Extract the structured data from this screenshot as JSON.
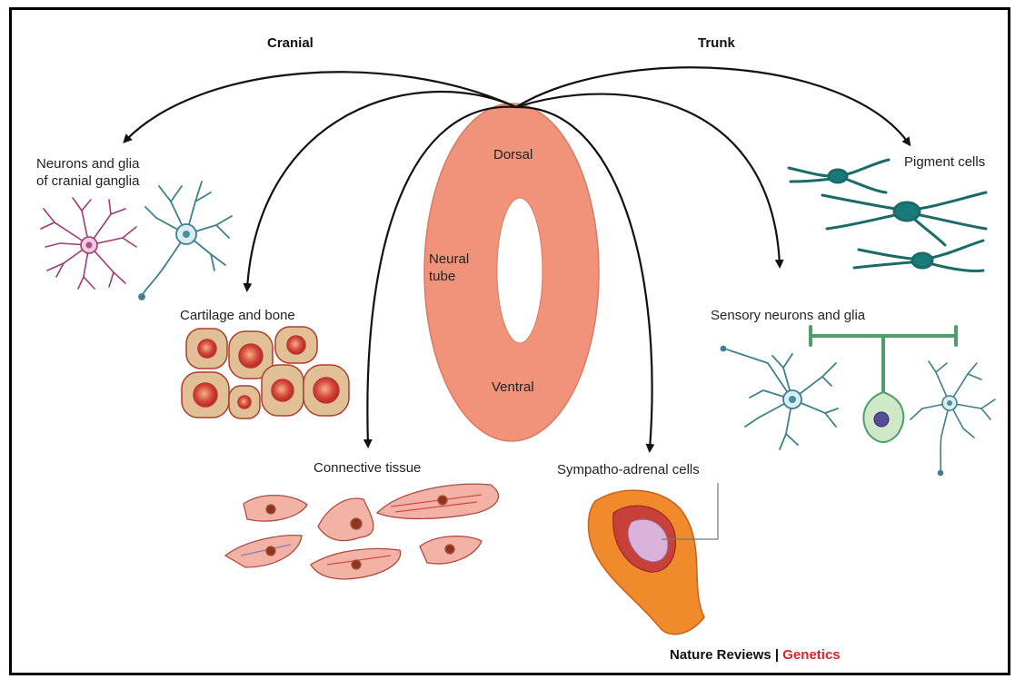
{
  "headings": {
    "cranial": "Cranial",
    "trunk": "Trunk"
  },
  "neural_tube": {
    "dorsal": "Dorsal",
    "label_line1": "Neural",
    "label_line2": "tube",
    "ventral": "Ventral"
  },
  "derivatives": {
    "cranial_ganglia_line1": "Neurons and glia",
    "cranial_ganglia_line2": "of cranial ganglia",
    "cartilage_bone": "Cartilage and bone",
    "connective_tissue": "Connective tissue",
    "sympatho_adrenal": "Sympatho-adrenal cells",
    "sensory_neurons": "Sensory neurons and glia",
    "pigment_cells": "Pigment cells"
  },
  "credit": {
    "journal": "Nature Reviews",
    "separator": " | ",
    "subject": "Genetics"
  },
  "colors": {
    "tube": "#f0937a",
    "cartilage_fill": "#d8c493",
    "cartilage_nucleus": "#c9332a",
    "connective": "#f2b3a6",
    "adrenal_outer": "#f08a2a",
    "adrenal_mid": "#c8403a",
    "adrenal_core": "#d9b3d9",
    "pigment": "#1a7a7a",
    "neuron_blue": "#4a8fa0",
    "neuron_pink": "#b14f8a",
    "green_cell": "#4f9e6a",
    "credit_red": "#d8232a"
  }
}
